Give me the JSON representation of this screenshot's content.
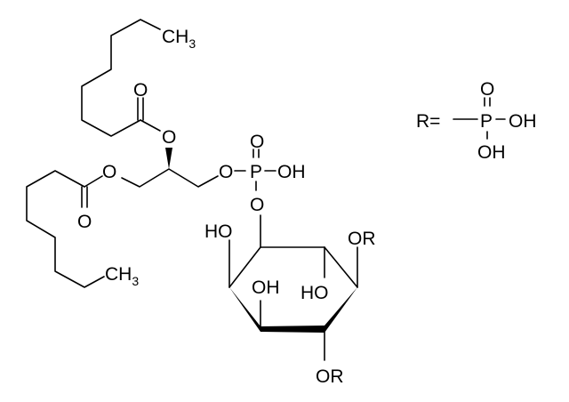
{
  "diagram": {
    "type": "chemical-structure",
    "description": "Phosphatidylinositol bisphosphate with two octanoyl chains",
    "labels": {
      "top_ch3": "CH",
      "top_ch3_sub": "3",
      "bottom_ch3": "CH",
      "bottom_ch3_sub": "3",
      "top_carbonyl_o": "O",
      "top_ester_o": "O",
      "bottom_carbonyl_o": "O",
      "bottom_ester_o": "O",
      "glycerol_o3": "O",
      "phosphate_p": "P",
      "phosphate_eq_o": "O",
      "phosphate_oh": "OH",
      "phosphate_bridge_o": "O",
      "ring_ho_left": "HO",
      "ring_oh_axial": "OH",
      "ring_ho_mid": "HO",
      "ring_or_top": "OR",
      "ring_or_bottom": "OR"
    },
    "legend": {
      "r_def": "R=",
      "p": "P",
      "eq_o": "O",
      "oh_right": "OH",
      "oh_down": "OH"
    }
  }
}
